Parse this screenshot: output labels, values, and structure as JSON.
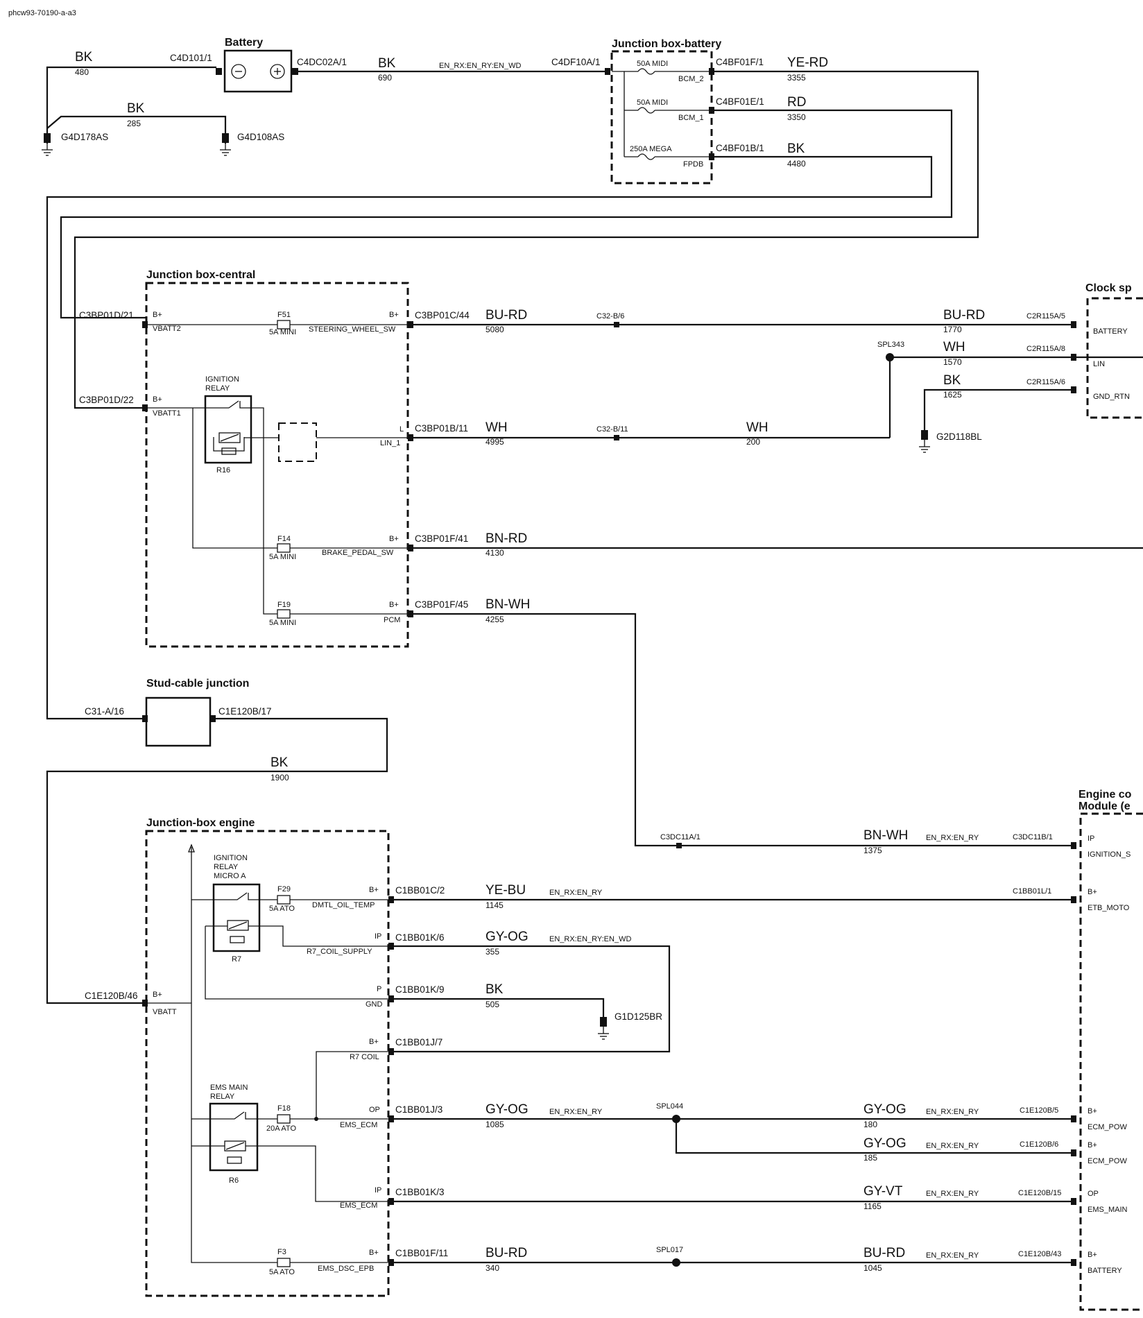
{
  "diagram_id": "phcw93-70190-a-a3",
  "components": {
    "battery": "Battery",
    "jb_battery": "Junction box-battery",
    "jb_central": "Junction box-central",
    "stud": "Stud-cable junction",
    "jb_engine": "Junction-box engine",
    "clock_spring": "Clock sp",
    "ecm_1": "Engine co",
    "ecm_2": "Module (e"
  },
  "relays": [
    {
      "id": "R16",
      "label_1": "IGNITION",
      "label_2": "RELAY"
    },
    {
      "id": "R7",
      "label_1": "IGNITION",
      "label_2": "RELAY",
      "label_3": "MICRO A"
    },
    {
      "id": "R6",
      "label_1": "EMS MAIN",
      "label_2": "RELAY"
    }
  ],
  "fuses": [
    {
      "id": "50A MIDI",
      "pin": "BCM_2"
    },
    {
      "id": "50A MIDI",
      "pin": "BCM_1"
    },
    {
      "id": "250A MEGA",
      "pin": "FPDB"
    },
    {
      "id": "F51",
      "rating": "5A MINI"
    },
    {
      "id": "F14",
      "rating": "5A MINI"
    },
    {
      "id": "F19",
      "rating": "5A MINI"
    },
    {
      "id": "F29",
      "rating": "5A ATO"
    },
    {
      "id": "F18",
      "rating": "20A ATO"
    },
    {
      "id": "F3",
      "rating": "5A ATO"
    }
  ],
  "connectors": [
    "C4D101/1",
    "C4DC02A/1",
    "C4DF10A/1",
    "C4BF01F/1",
    "C4BF01E/1",
    "C4BF01B/1",
    "C3BP01D/21",
    "C3BP01D/22",
    "C3BP01C/44",
    "C3BP01B/11",
    "C3BP01F/41",
    "C3BP01F/45",
    "C32-B/6",
    "C32-B/11",
    "C2R115A/5",
    "C2R115A/8",
    "C2R115A/6",
    "C3DC11A/1",
    "C3DC11B/1",
    "C31-A/16",
    "C1E120B/17",
    "C1E120B/46",
    "C1BB01L/1",
    "C1BB01C/2",
    "C1BB01K/6",
    "C1BB01K/9",
    "C1BB01J/7",
    "C1BB01J/3",
    "C1E120B/5",
    "C1E120B/6",
    "C1BB01K/3",
    "C1E120B/15",
    "C1BB01F/11",
    "C1E120B/43"
  ],
  "grounds": [
    "G4D178AS",
    "G4D108AS",
    "G2D118BL",
    "G1D125BR"
  ],
  "splices": [
    "SPL343",
    "SPL044",
    "SPL017"
  ],
  "wires": [
    {
      "color": "BK",
      "circuit": "480"
    },
    {
      "color": "BK",
      "circuit": "285"
    },
    {
      "color": "BK",
      "circuit": "690"
    },
    {
      "color": "YE-RD",
      "circuit": "3355"
    },
    {
      "color": "RD",
      "circuit": "3350"
    },
    {
      "color": "BK",
      "circuit": "4480"
    },
    {
      "color": "BU-RD",
      "circuit": "5080"
    },
    {
      "color": "BU-RD",
      "circuit": "1770"
    },
    {
      "color": "WH",
      "circuit": "1570"
    },
    {
      "color": "BK",
      "circuit": "1625"
    },
    {
      "color": "WH",
      "circuit": "4995"
    },
    {
      "color": "WH",
      "circuit": "200"
    },
    {
      "color": "BN-RD",
      "circuit": "4130"
    },
    {
      "color": "BN-WH",
      "circuit": "4255"
    },
    {
      "color": "BK",
      "circuit": "1900"
    },
    {
      "color": "BN-WH",
      "circuit": "1375"
    },
    {
      "color": "YE-BU",
      "circuit": "1145"
    },
    {
      "color": "GY-OG",
      "circuit": "355"
    },
    {
      "color": "BK",
      "circuit": "505"
    },
    {
      "color": "GY-OG",
      "circuit": "1085"
    },
    {
      "color": "GY-OG",
      "circuit": "180"
    },
    {
      "color": "GY-OG",
      "circuit": "185"
    },
    {
      "color": "GY-VT",
      "circuit": "1165"
    },
    {
      "color": "BU-RD",
      "circuit": "340"
    },
    {
      "color": "BU-RD",
      "circuit": "1045"
    }
  ],
  "pins": [
    "B+",
    "VBATT2",
    "STEERING_WHEEL_SW",
    "VBATT1",
    "L",
    "LIN_1",
    "BRAKE_PEDAL_SW",
    "PCM",
    "BATTERY",
    "LIN",
    "GND_RTN",
    "VBATT",
    "DMTL_OIL_TEMP",
    "IP",
    "R7_COIL_SUPPLY",
    "P",
    "GND",
    "R7 COIL",
    "OP",
    "EMS_ECM",
    "EMS_DSC_EPB",
    "IGNITION_S",
    "ETB_MOTO",
    "ECM_POW",
    "EMS_MAIN"
  ],
  "networks": [
    "EN_RX:EN_RY:EN_WD",
    "EN_RX:EN_RY"
  ]
}
